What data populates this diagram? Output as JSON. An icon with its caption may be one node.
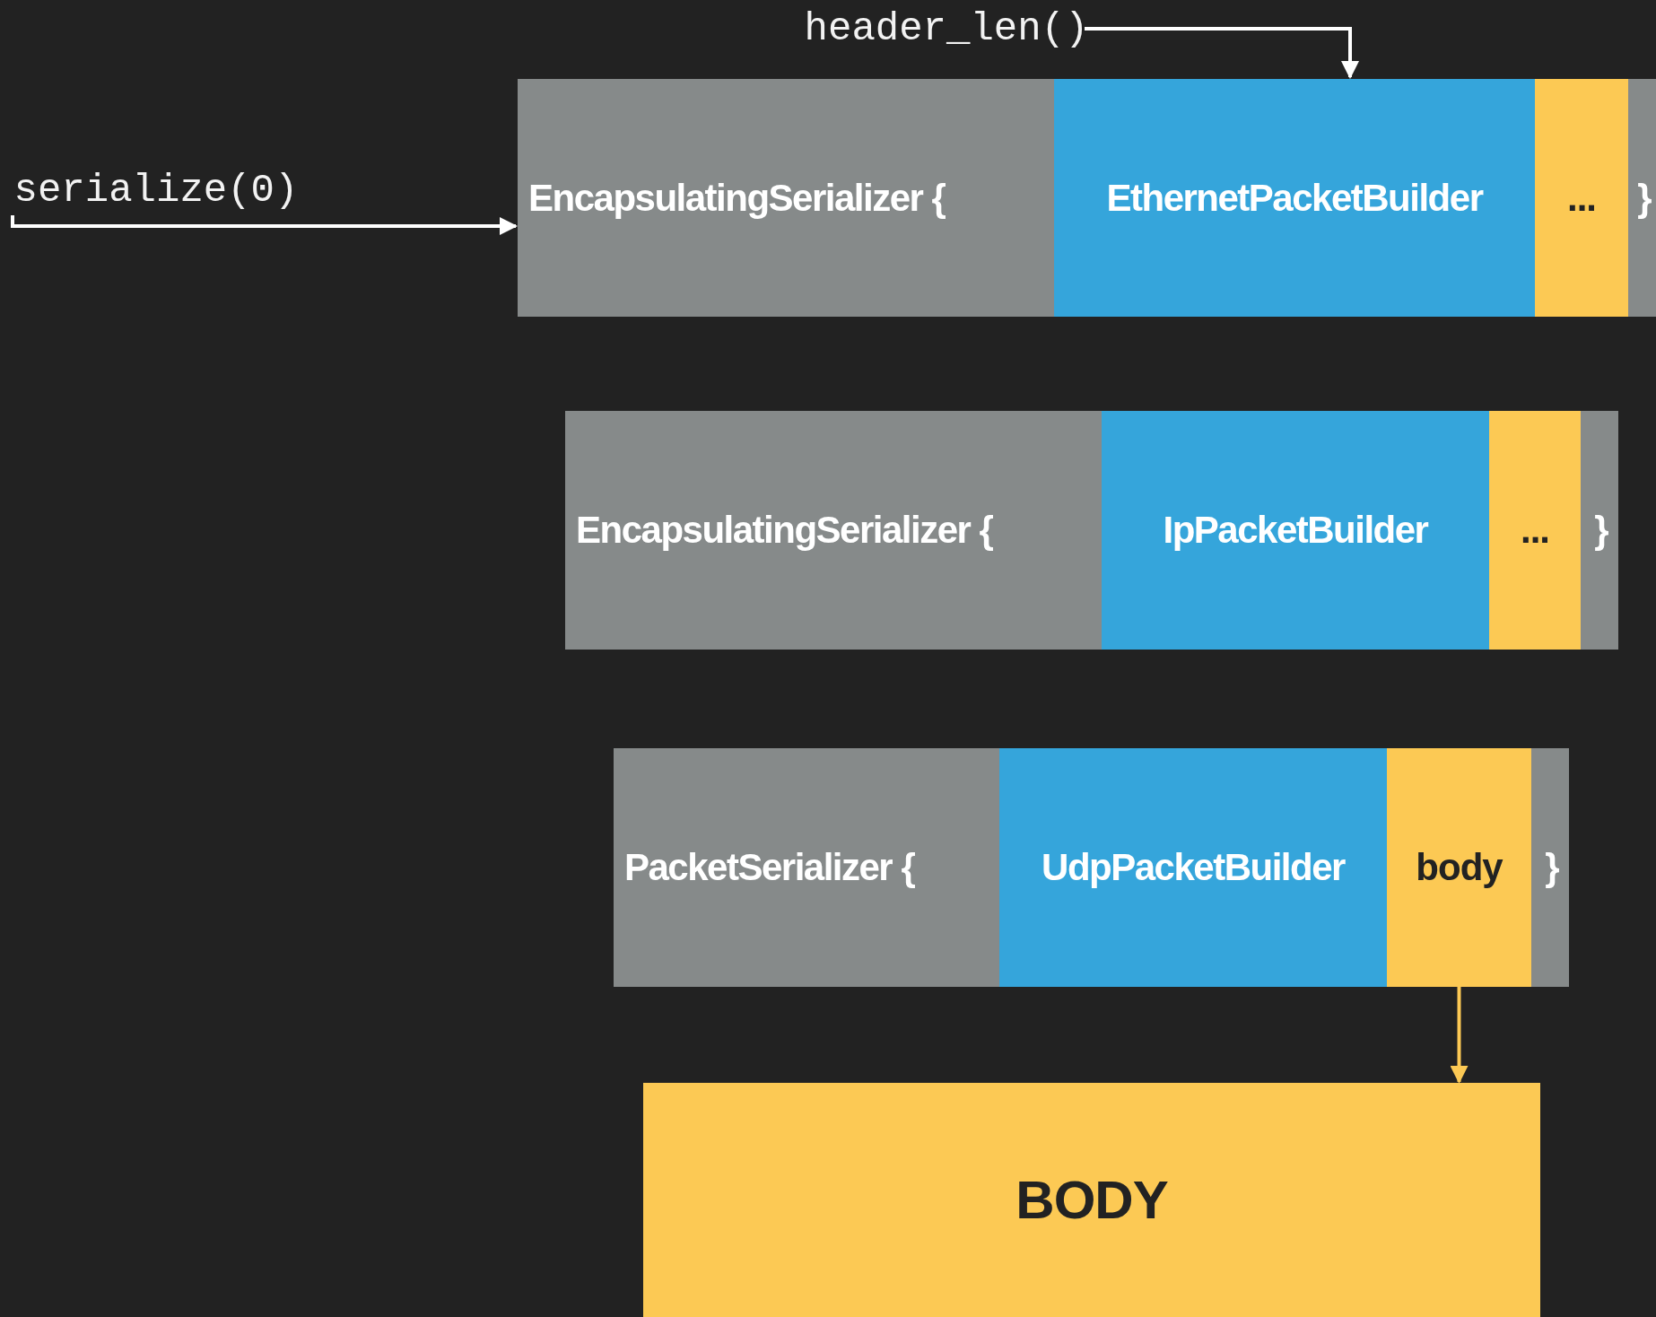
{
  "diagram": {
    "nodes": [
      {
        "text": [
          "header_len()"
        ]
      },
      {
        "text": [
          "serialize(0)"
        ]
      },
      {
        "text": [
          "EncapsulatingSerializer {",
          "}"
        ]
      },
      {
        "text": [
          "EthernetPacketBuilder"
        ],
        "in": 2
      },
      {
        "text": [
          "..."
        ],
        "in": 2
      },
      {
        "text": [
          "EncapsulatingSerializer {",
          "}"
        ]
      },
      {
        "text": [
          "IpPacketBuilder"
        ],
        "in": 5
      },
      {
        "text": [
          "..."
        ],
        "in": 5
      },
      {
        "text": [
          "PacketSerializer {",
          "}"
        ]
      },
      {
        "text": [
          "UdpPacketBuilder"
        ],
        "in": 8
      },
      {
        "text": [
          "body"
        ],
        "in": 8
      },
      {
        "text": [
          "BODY"
        ]
      }
    ],
    "edges": [
      {
        "from": 0,
        "to": 3,
        "arrow": "to"
      },
      {
        "from": 1,
        "to": 2,
        "arrow": "to"
      },
      {
        "from": 10,
        "to": 11,
        "arrow": "to",
        "color": "#fcc954"
      }
    ]
  }
}
